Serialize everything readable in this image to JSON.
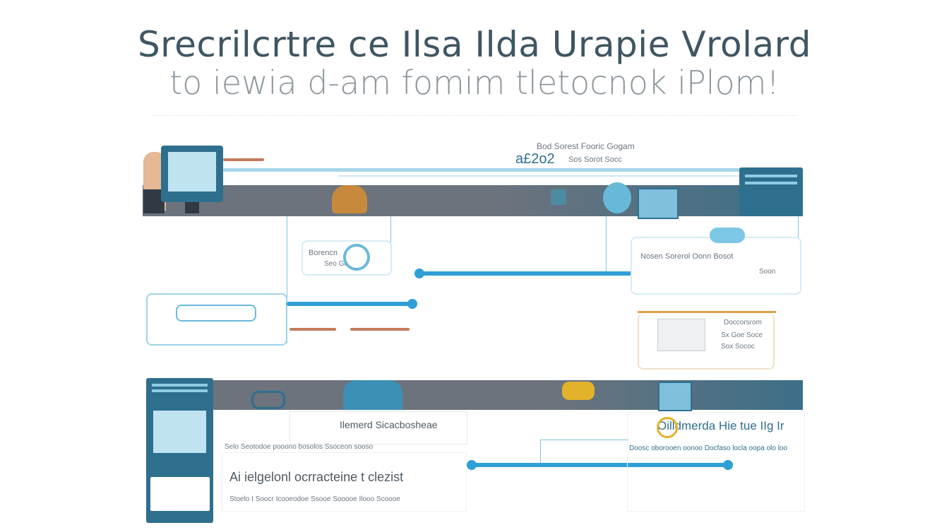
{
  "header": {
    "title": "Srecrilcrtre ce Ilsa Ilda Urapie Vrolard",
    "subtitle": "to iewia d-am fomim tletocnok iPlom!"
  },
  "labels": {
    "top_center_line1": "Bod Sorest Fooric Gogam",
    "top_center_year": "a£2o2",
    "top_center_line2": "Sos Sorot Socc",
    "left_card": "Borencn",
    "left_card_sub": "Seo Go",
    "right_card_top": "Nosen Sorerol Oonn Bosot",
    "right_card_top_sub": "Soon",
    "right_card_mid_1": "Doccorsrom",
    "right_card_mid_2": "Sx Goe Soce",
    "right_card_mid_3": "Sox Sococ",
    "lower_center_title": "Ilemerd Sicacbosheae",
    "lower_center_sub": "Selo Seotodoe pooono bosolos Ssoceon sooso",
    "lower_left_title": "Ai ielgelonl ocrracteine t clezist",
    "lower_left_sub": "Stoelo I Soocr Icooeodoe Ssooe Sooooe Ilooo Scoooe",
    "lower_right_title": "Oilldmerda Hie tue IIg Ir",
    "lower_right_sub": "Doosc oborooen oonoo Docfaso locla oopa olo loo"
  },
  "colors": {
    "band": "#6c737d",
    "accent": "#2f9fd7",
    "dark_teal": "#2f6f8e",
    "rust": "#c27a5a",
    "gold": "#e3b22b"
  },
  "icons": [
    "monitor-icon",
    "server-icon",
    "gear-icon",
    "hand-icon",
    "chip-icon",
    "document-icon"
  ]
}
